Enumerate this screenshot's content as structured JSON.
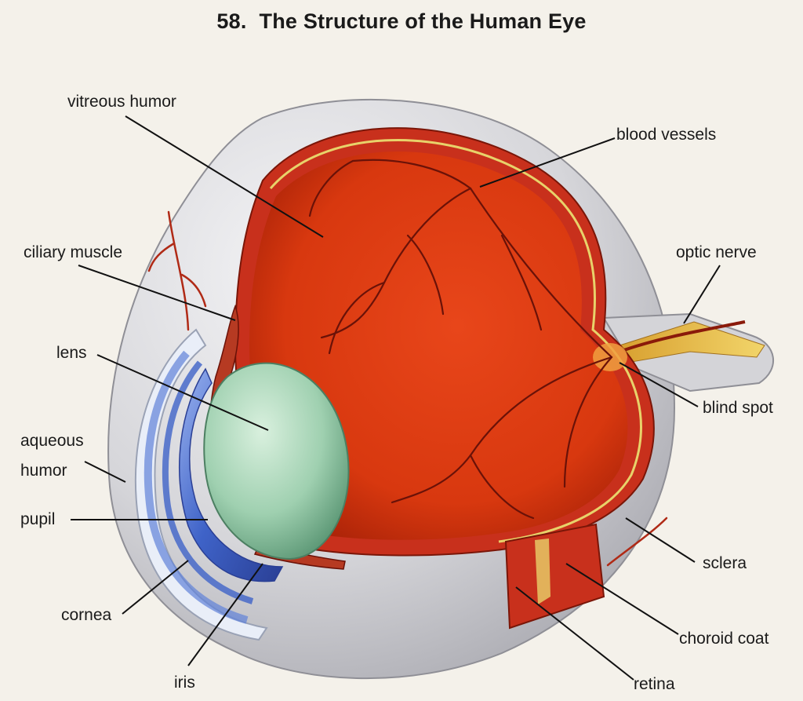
{
  "title": {
    "number": "58.",
    "text": "The Structure of the Human Eye"
  },
  "labels": {
    "vitreous_humor": "vitreous humor",
    "blood_vessels": "blood vessels",
    "ciliary_muscle": "ciliary muscle",
    "optic_nerve": "optic nerve",
    "lens": "lens",
    "blind_spot": "blind spot",
    "aqueous_humor_line1": "aqueous",
    "aqueous_humor_line2": "humor",
    "pupil": "pupil",
    "sclera": "sclera",
    "cornea": "cornea",
    "choroid_coat": "choroid coat",
    "iris": "iris",
    "retina": "retina"
  },
  "colors": {
    "sclera": "#d9d9dc",
    "choroid": "#c8301c",
    "vitreous": "#d8380f",
    "retina_line": "#e8d26a",
    "lens": "#a8d8b8",
    "iris": "#3f63c8",
    "vessel": "#6a1208"
  }
}
